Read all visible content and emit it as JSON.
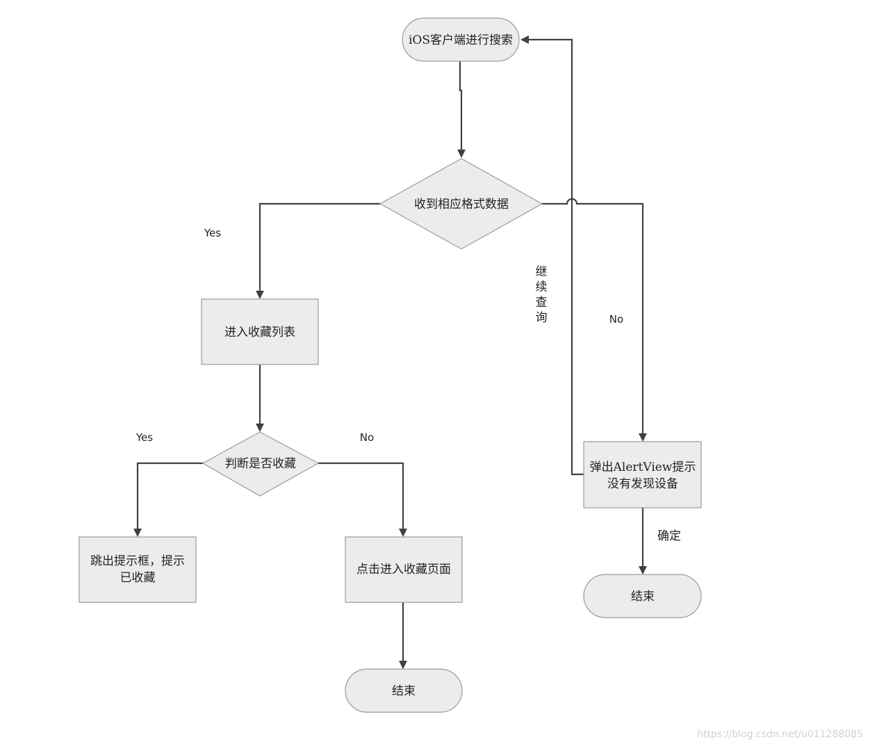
{
  "nodes": {
    "start": "iOS客户端进行搜索",
    "check_data": "收到相应格式数据",
    "enter_fav_list": "进入收藏列表",
    "check_fav": "判断是否收藏",
    "popup_collected": [
      "跳出提示框，提示",
      "已收藏"
    ],
    "enter_fav_page": "点击进入收藏页面",
    "end_left": "结束",
    "alert_no_device": [
      "弹出AlertView提示",
      "没有发现设备"
    ],
    "end_right": "结束"
  },
  "edges": {
    "yes_top": "Yes",
    "no_right": "No",
    "continue_query": [
      "继",
      "续",
      "查",
      "询"
    ],
    "yes_left": "Yes",
    "no_mid": "No",
    "confirm": "确定"
  },
  "watermark": "https://blog.csdn.net/u011288085",
  "colors": {
    "shape_fill": "#ececec",
    "shape_stroke": "#9a9a9a",
    "edge": "#404040"
  }
}
